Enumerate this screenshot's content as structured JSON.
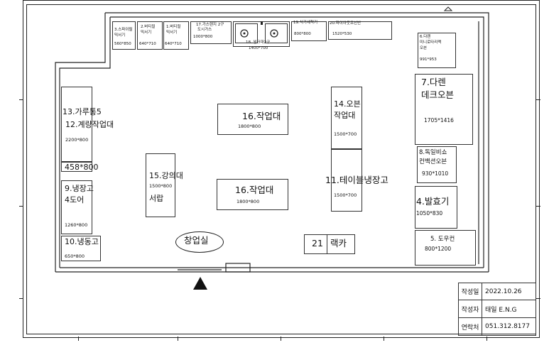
{
  "rooms": {
    "r3": {
      "name": "3.스파이럴 믹서기",
      "line1": "3.스파이럴",
      "line2": "믹서기",
      "size": "560*850"
    },
    "r2": {
      "line1": "2.버티컬",
      "line2": "믹서기",
      "size": "640*710"
    },
    "r1": {
      "line1": "1.버티컬",
      "line2": "믹서기",
      "size": "640*710"
    },
    "r17": {
      "line1": "17.가스렌지 2구",
      "line2": "도시가스",
      "size": "1000*800"
    },
    "r18": {
      "line1": "18. 씽크대2구",
      "size": "1400*700"
    },
    "r19": {
      "line1": "19.식기세척기",
      "size": "800*800"
    },
    "r20": {
      "line1": "20.파이아웃프선반",
      "size": "1520*530"
    },
    "r6": {
      "line1": "6.다렌",
      "line2": "미니로타리랙",
      "line3": "오븐",
      "size": "991*953"
    },
    "r7": {
      "line1": "7.다렌",
      "line2": "데크오븐",
      "size": "1705*1416"
    },
    "r14": {
      "line1": "14.오븐",
      "line2": "작업대",
      "size": "1500*700"
    },
    "r13": {
      "line1": "13.가루통5"
    },
    "r12": {
      "line1": "12.계량작업대",
      "size": "2200*800"
    },
    "r16a": {
      "line1": "16.작업대",
      "size": "1800*800"
    },
    "r16b": {
      "line1": "16.작업대",
      "size": "1800*800"
    },
    "r458": {
      "line1": "458*800"
    },
    "r9": {
      "line1": "9.냉장고",
      "line2": "4도어",
      "size": "1260*800"
    },
    "r15": {
      "line1": "15.강의대",
      "size": "1500*800",
      "line2": "서랍"
    },
    "r11": {
      "line1": "11.테이블냉장고",
      "size": "1500*700"
    },
    "r8": {
      "line1": "8.독일비쇼",
      "line2": "컨백션오븐",
      "size": "930*1010"
    },
    "r4": {
      "line1": "4.발효기",
      "size": "1050*830"
    },
    "r10": {
      "line1": "10.냉동고",
      "size": "650*800"
    },
    "r5": {
      "line1": "5. 도우컨",
      "size": "800*1200"
    },
    "r21": {
      "num": "21",
      "label": "랙카"
    },
    "label": "창업실"
  },
  "title_block": {
    "date_label": "작성일",
    "date_value": "2022.10.26",
    "author_label": "작성자",
    "author_value": "태일 E.N.G",
    "contact_label": "연락처",
    "contact_value": "051.312.8177"
  },
  "icons": {
    "entrance": "entrance-triangle-icon",
    "burner": "burner-icon"
  }
}
